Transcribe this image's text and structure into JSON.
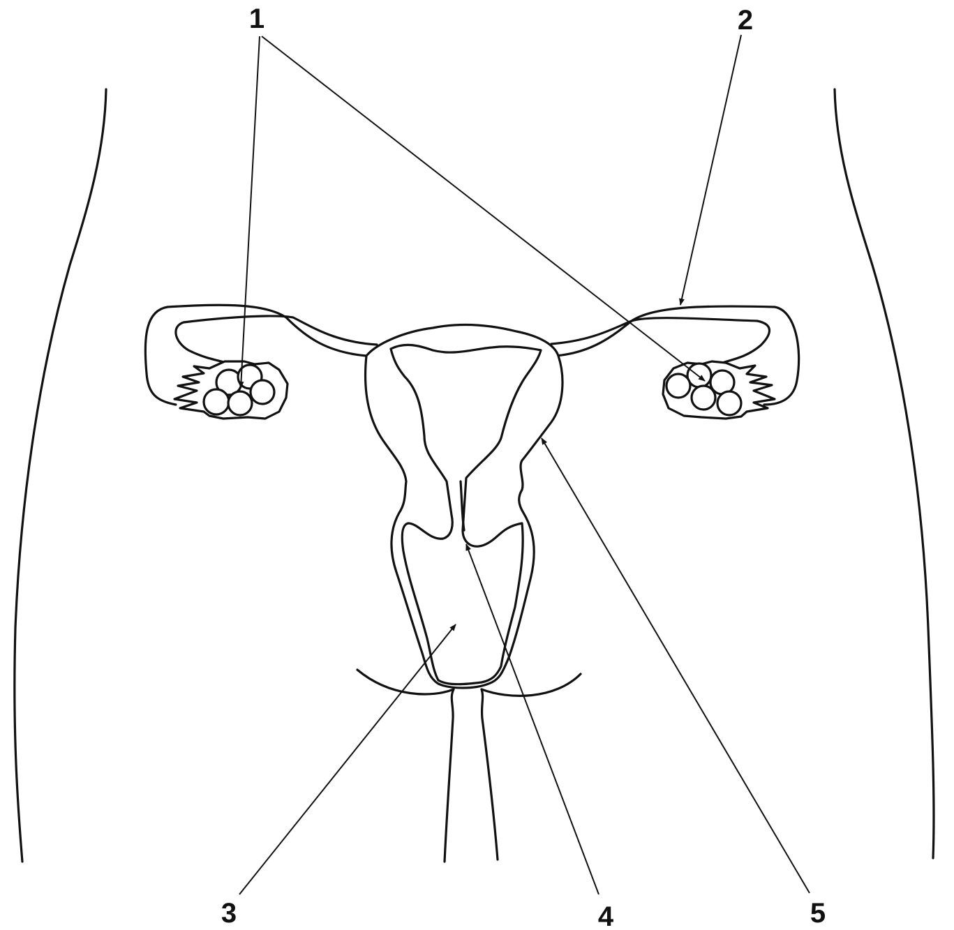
{
  "labels": {
    "one": "1",
    "two": "2",
    "three": "3",
    "four": "4",
    "five": "5"
  },
  "colors": {
    "ink": "#111111",
    "background": "#ffffff"
  }
}
